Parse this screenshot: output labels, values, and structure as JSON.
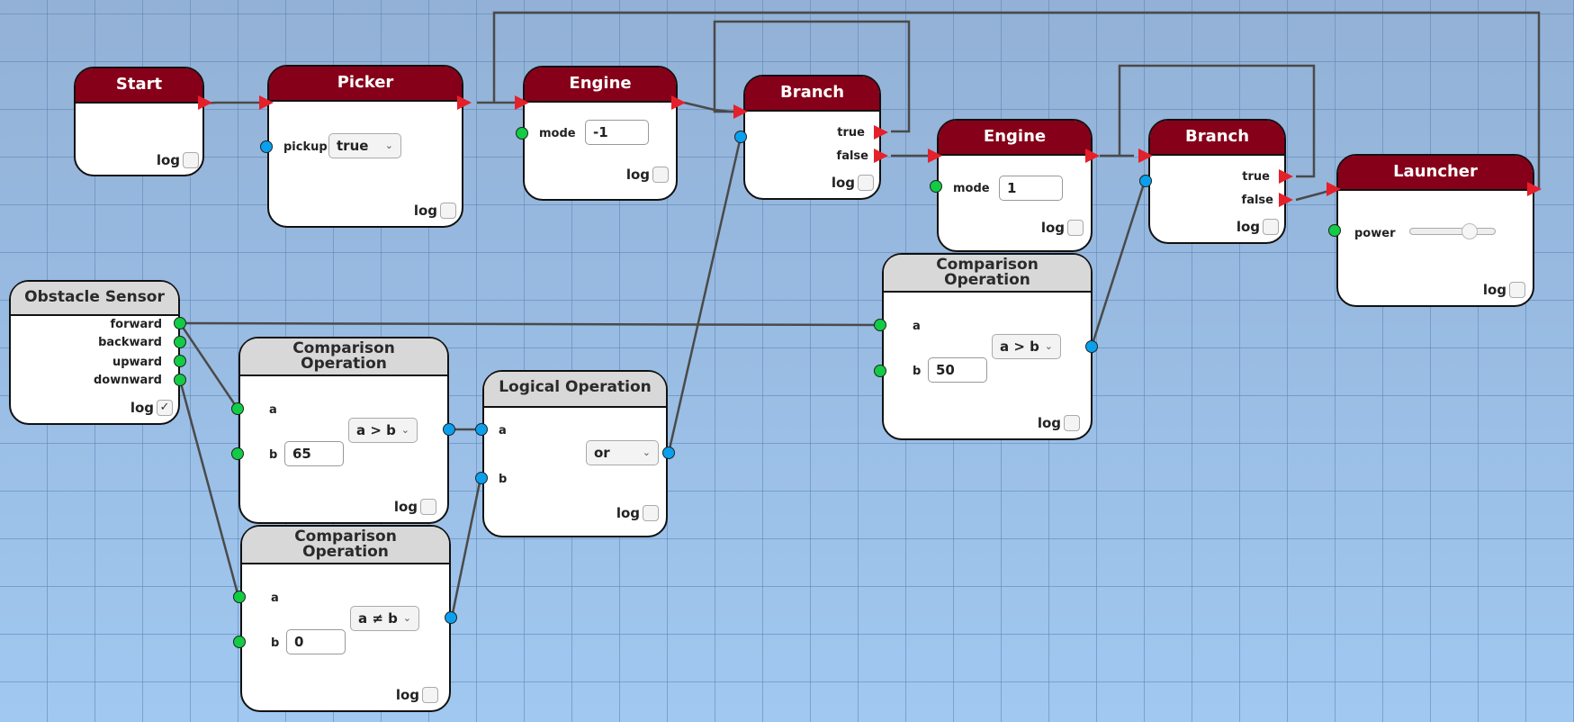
{
  "colors": {
    "action_header": "#860019",
    "sensor_header": "#d8d8d8",
    "flow_port": "#e4202a",
    "number_port": "#11cc44",
    "boolean_port": "#0aa0ee",
    "wire": "#4a4a4a"
  },
  "log_label": "log",
  "nodes": {
    "start": {
      "title": "Start",
      "log_checked": false
    },
    "picker": {
      "title": "Picker",
      "param_label": "pickup",
      "param_value": "true",
      "log_checked": false
    },
    "engine1": {
      "title": "Engine",
      "param_label": "mode",
      "param_value": "-1",
      "log_checked": false
    },
    "branch1": {
      "title": "Branch",
      "true_label": "true",
      "false_label": "false",
      "log_checked": false
    },
    "engine2": {
      "title": "Engine",
      "param_label": "mode",
      "param_value": "1",
      "log_checked": false
    },
    "branch2": {
      "title": "Branch",
      "true_label": "true",
      "false_label": "false",
      "log_checked": false
    },
    "launcher": {
      "title": "Launcher",
      "param_label": "power",
      "power_fraction": 0.75,
      "log_checked": false
    },
    "sensor": {
      "title": "Obstacle Sensor",
      "outputs": [
        "forward",
        "backward",
        "upward",
        "downward"
      ],
      "log_checked": true,
      "check_glyph": "✓"
    },
    "compare1": {
      "title_line1": "Comparison",
      "title_line2": "Operation",
      "a_label": "a",
      "b_label": "b",
      "b_value": "65",
      "operator": "a > b",
      "log_checked": false
    },
    "compare2": {
      "title_line1": "Comparison",
      "title_line2": "Operation",
      "a_label": "a",
      "b_label": "b",
      "b_value": "0",
      "operator": "a ≠ b",
      "log_checked": false
    },
    "compare3": {
      "title_line1": "Comparison",
      "title_line2": "Operation",
      "a_label": "a",
      "b_label": "b",
      "b_value": "50",
      "operator": "a > b",
      "log_checked": false
    },
    "logical": {
      "title": "Logical Operation",
      "a_label": "a",
      "b_label": "b",
      "operator": "or",
      "log_checked": false
    }
  },
  "chevron_glyph": "⌄",
  "connections": [
    {
      "from": "start.out",
      "to": "picker.in"
    },
    {
      "from": "picker.out",
      "to": "engine1.in"
    },
    {
      "from": "engine1.out",
      "to": "branch1.in"
    },
    {
      "from": "branch1.true",
      "to": "branch1.in"
    },
    {
      "from": "branch1.false",
      "to": "engine2.in"
    },
    {
      "from": "engine2.out",
      "to": "branch2.in"
    },
    {
      "from": "branch2.true",
      "to": "branch2.in"
    },
    {
      "from": "branch2.false",
      "to": "launcher.in"
    },
    {
      "from": "launcher.out",
      "to": "engine1.in"
    },
    {
      "from": "sensor.forward",
      "to": "compare1.a"
    },
    {
      "from": "sensor.forward",
      "to": "compare3.a"
    },
    {
      "from": "sensor.downward",
      "to": "compare2.a"
    },
    {
      "from": "compare1.out",
      "to": "logical.a"
    },
    {
      "from": "compare2.out",
      "to": "logical.b"
    },
    {
      "from": "logical.out",
      "to": "branch1.condition"
    },
    {
      "from": "compare3.out",
      "to": "branch2.condition"
    }
  ]
}
